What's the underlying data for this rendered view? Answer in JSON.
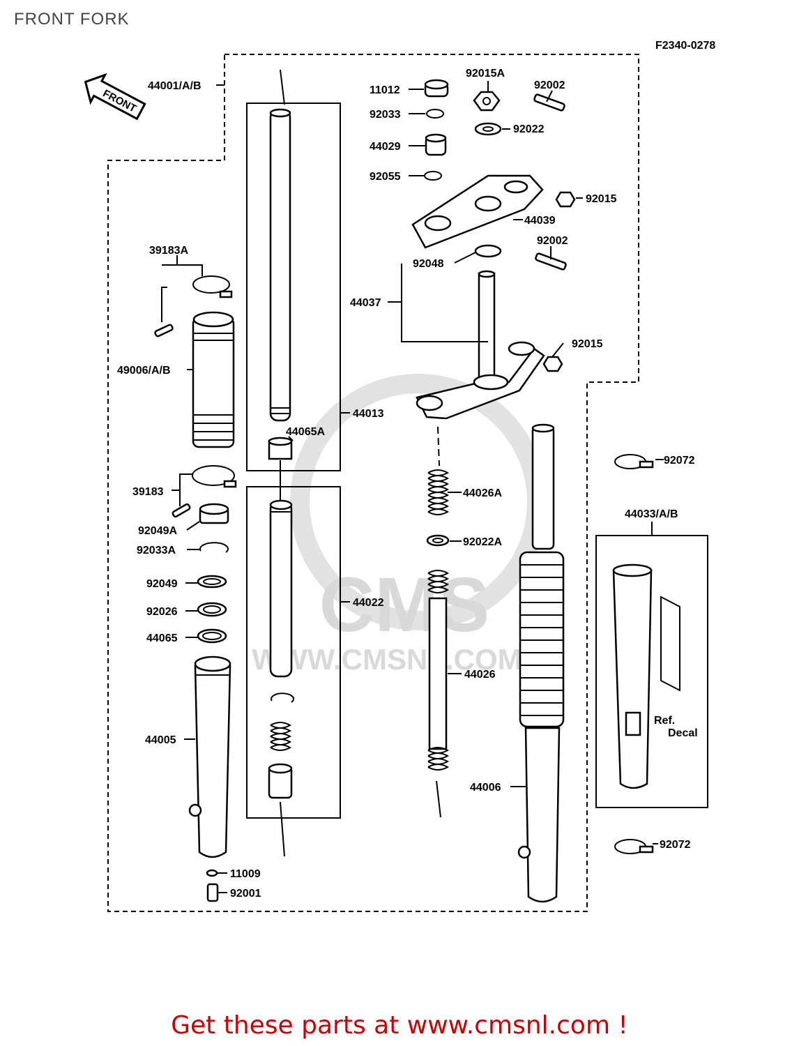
{
  "page": {
    "title": "FRONT FORK",
    "diagram_code": "F2340-0278",
    "footer": "Get these parts at www.cmsnl.com !"
  },
  "watermark": {
    "brand": "CMS",
    "url": "WWW.CMSNL.COM"
  },
  "front_arrow": "FRONT",
  "callouts": {
    "c44001": "44001/A/B",
    "c11012": "11012",
    "c92015A": "92015A",
    "c92002a": "92002",
    "c92033": "92033",
    "c92022": "92022",
    "c44029": "44029",
    "c92055": "92055",
    "c92015a": "92015",
    "c44039": "44039",
    "c92002b": "92002",
    "c92048": "92048",
    "c44037": "44037",
    "c92015b": "92015",
    "c39183A": "39183A",
    "c49006": "49006/A/B",
    "c44013": "44013",
    "c44065A": "44065A",
    "c92072a": "92072",
    "c44026A": "44026A",
    "c44033": "44033/A/B",
    "c39183": "39183",
    "c92049A": "92049A",
    "c92033A": "92033A",
    "c92022A": "92022A",
    "c92049": "92049",
    "c92026": "92026",
    "c44022": "44022",
    "c44065": "44065",
    "c44026": "44026",
    "c44005": "44005",
    "c44006": "44006",
    "c92072b": "92072",
    "c11009": "11009",
    "c92001": "92001",
    "ref": "Ref.",
    "decal": "Decal"
  }
}
